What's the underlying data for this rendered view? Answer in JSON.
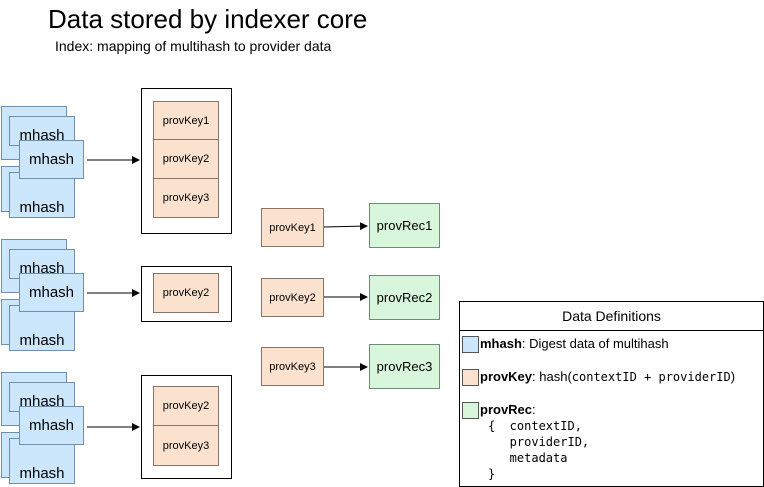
{
  "header": {
    "title": "Data stored by indexer core",
    "subtitle": "Index: mapping of multihash to provider data"
  },
  "multihash_label": "mhash",
  "groups": [
    {
      "index_entries": [
        "provKey1",
        "provKey2",
        "provKey3"
      ]
    },
    {
      "index_entries": [
        "provKey2"
      ]
    },
    {
      "index_entries": [
        "provKey2",
        "provKey3"
      ]
    }
  ],
  "mapping": [
    {
      "key": "provKey1",
      "record": "provRec1"
    },
    {
      "key": "provKey2",
      "record": "provRec2"
    },
    {
      "key": "provKey3",
      "record": "provRec3"
    }
  ],
  "definitions": {
    "title": "Data Definitions",
    "mhash": {
      "term": "mhash",
      "desc": ": Digest data of multihash",
      "color": "#cce6fb"
    },
    "provKey": {
      "term": "provKey",
      "desc_prefix": ": hash(",
      "code": "contextID + providerID",
      "desc_suffix": ")",
      "color": "#fbe2cf"
    },
    "provRec": {
      "term": "provRec",
      "desc": ":",
      "color": "#d7f6dc",
      "code_block": "{  contextID,\n   providerID,\n   metadata\n}"
    }
  }
}
